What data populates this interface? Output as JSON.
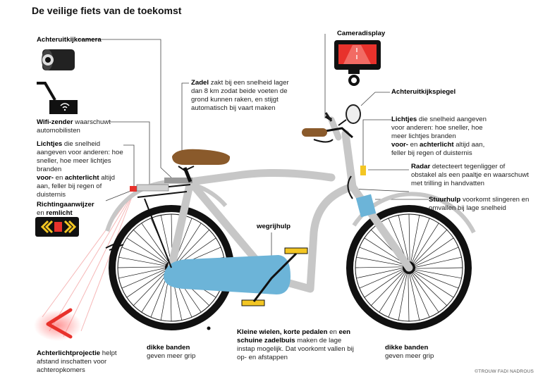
{
  "title": "De veilige fiets van de toekomst",
  "credit": "©TROUW FADI NADROUS",
  "labels": {
    "camera": {
      "bold": "Achteruitkijkcamera"
    },
    "display": {
      "bold": "Cameradisplay"
    },
    "mirror": {
      "bold": "Achteruitkijkspiegel"
    },
    "wifi": {
      "bold": "Wifi-zender",
      "text": " waarschuwt automobilisten"
    },
    "saddle": {
      "bold": "Zadel",
      "text": " zakt bij een snelheid lager dan 8 km zodat beide voeten de grond kunnen raken, en stijgt automatisch bij vaart maken"
    },
    "lights_rear": {
      "b1": "Lichtjes",
      "t1": " die snelheid aangeven voor anderen: hoe sneller, hoe meer lichtjes branden",
      "b2": "voor-",
      "t2": " en ",
      "b3": "achterlicht",
      "t3": " altijd aan, feller bij regen of duisternis"
    },
    "lights_front": {
      "b1": "Lichtjes",
      "t1": " die snelheid aangeven voor anderen: hoe sneller, hoe meer lichtjes branden",
      "b2": "voor-",
      "t2": " en ",
      "b3": "achterlicht",
      "t3": " altijd aan, feller bij regen of duisternis"
    },
    "radar": {
      "bold": "Radar",
      "text": " detecteert tegenligger of obstakel als een paaltje en waarschuwt met trilling in handvatten"
    },
    "steering": {
      "bold": "Stuurhulp",
      "text": " voorkomt slingeren en omvallen bij lage snelheid"
    },
    "indicator": {
      "bold1": "Richtingaanwijzer",
      "mid": "en ",
      "bold2": "remlicht"
    },
    "walk": {
      "bold": "wegrijhulp"
    },
    "projection": {
      "bold": "Achterlichtprojectie",
      "text": " helpt afstand inschatten voor achteropkomers"
    },
    "tyres_rear": {
      "bold": "dikke banden",
      "text": "geven meer grip"
    },
    "tyres_front": {
      "bold": "dikke banden",
      "text": "geven meer grip"
    },
    "low": {
      "b1": "Kleine wielen, korte pedalen",
      "t1": " en ",
      "b2": "een schuine zadelbuis",
      "t2": " maken de lage instap mogelijk. Dat voorkomt vallen bij op- en afstappen"
    }
  },
  "colors": {
    "frame": "#c7c7c7",
    "tyre": "#111111",
    "chainguard": "#6cb4d8",
    "saddle": "#8a5a2b",
    "light_red": "#e8322c",
    "light_yellow": "#f3c623",
    "connector": "#444444"
  },
  "icons": [
    "camera-icon",
    "wifi-transmitter-icon",
    "camera-display-icon",
    "indicator-icon",
    "mirror-icon"
  ]
}
